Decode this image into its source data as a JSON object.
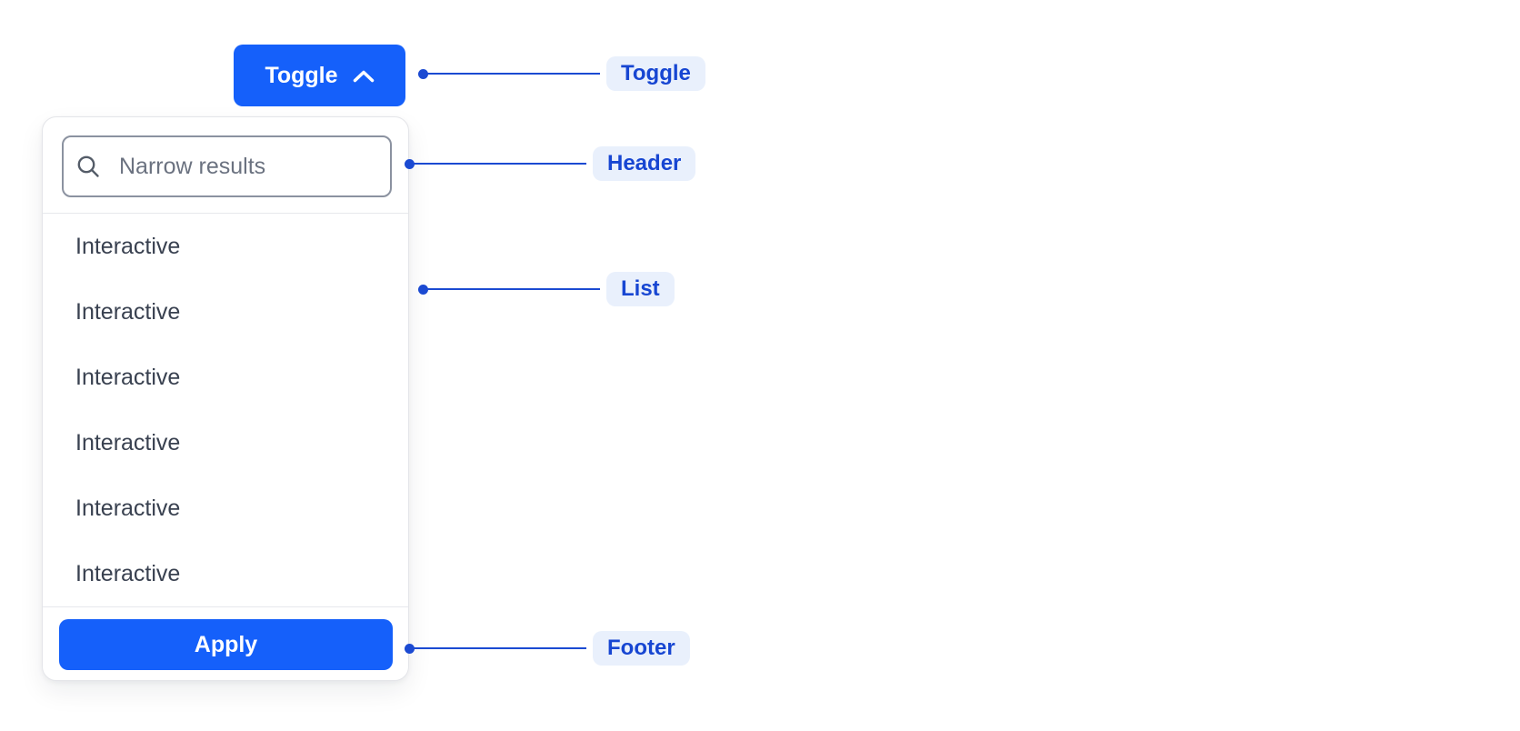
{
  "toggle_button": {
    "label": "Toggle",
    "icon": "chevron-up-icon"
  },
  "panel": {
    "header": {
      "icon": "search-icon",
      "search_placeholder": "Narrow results",
      "search_value": ""
    },
    "list": {
      "items": [
        {
          "label": "Interactive"
        },
        {
          "label": "Interactive"
        },
        {
          "label": "Interactive"
        },
        {
          "label": "Interactive"
        },
        {
          "label": "Interactive"
        },
        {
          "label": "Interactive"
        }
      ]
    },
    "footer": {
      "apply_label": "Apply"
    }
  },
  "annotations": [
    {
      "label": "Toggle"
    },
    {
      "label": "Header"
    },
    {
      "label": "List"
    },
    {
      "label": "Footer"
    }
  ],
  "colors": {
    "primary_blue": "#1560fa",
    "annotation_line_blue": "#1b4ad2",
    "badge_background": "#e9f0fc",
    "badge_text_blue": "#1746d2",
    "list_item_text": "#394150",
    "placeholder_text": "#6b7280",
    "input_border": "#8b92a0",
    "panel_border": "#e4e5e9"
  }
}
